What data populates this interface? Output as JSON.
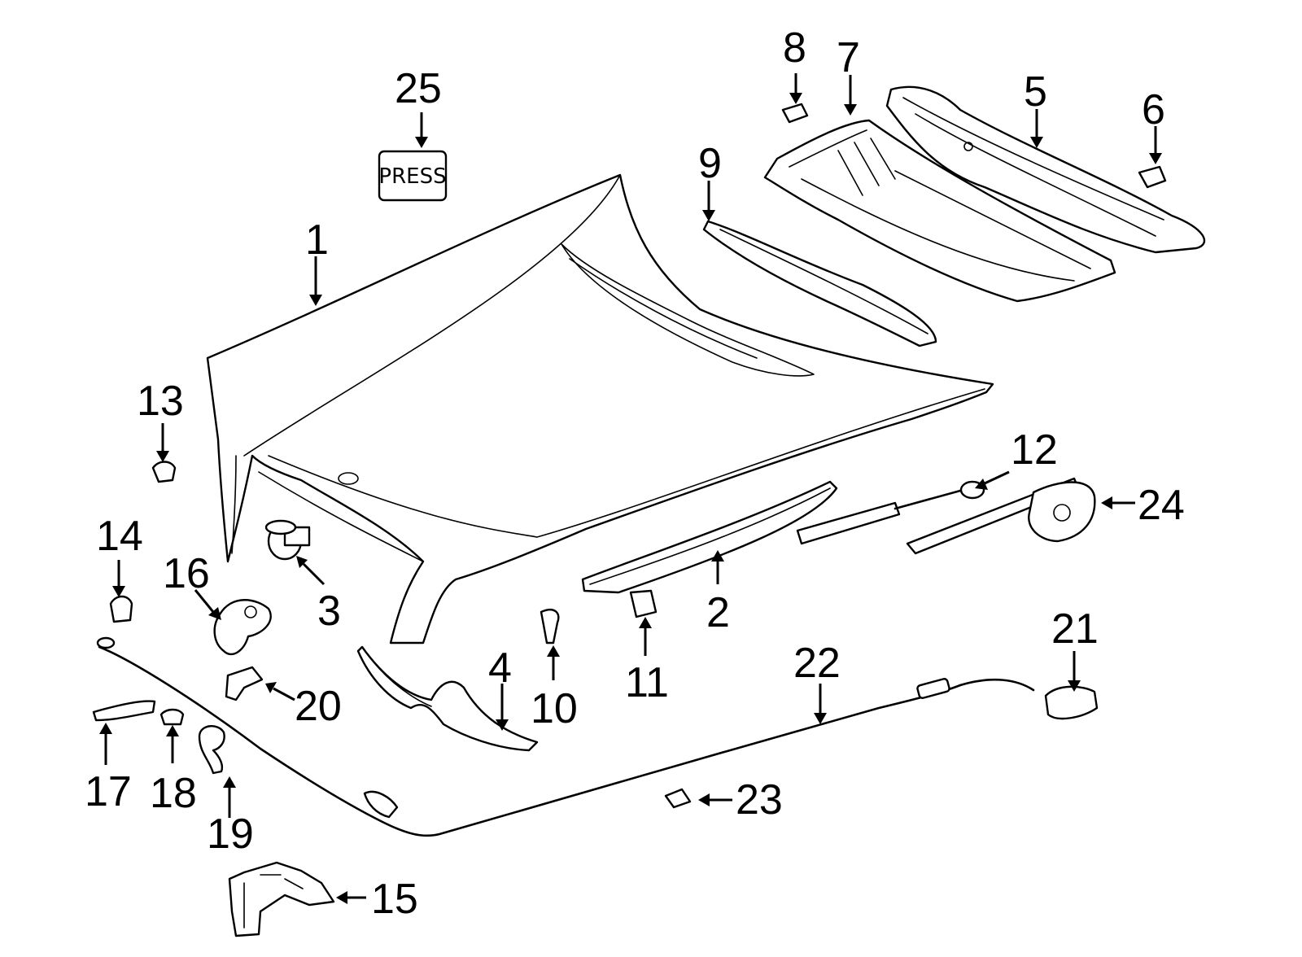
{
  "diagram": {
    "callouts": {
      "c1": "1",
      "c2": "2",
      "c3": "3",
      "c4": "4",
      "c5": "5",
      "c6": "6",
      "c7": "7",
      "c8": "8",
      "c9": "9",
      "c10": "10",
      "c11": "11",
      "c12": "12",
      "c13": "13",
      "c14": "14",
      "c15": "15",
      "c16": "16",
      "c17": "17",
      "c18": "18",
      "c19": "19",
      "c20": "20",
      "c21": "21",
      "c22": "22",
      "c23": "23",
      "c24": "24",
      "c25": "25"
    },
    "press_label": "PRESS"
  }
}
